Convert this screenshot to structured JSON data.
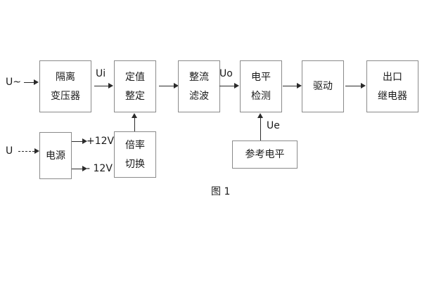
{
  "figure": {
    "caption": "图 1",
    "colors": {
      "background": "#ffffff",
      "box_border": "#8a8a8a",
      "line": "#2b2b2b",
      "text": "#1a1a1a"
    }
  },
  "blocks": [
    {
      "id": "isolation-transformer",
      "line1": "隔离",
      "line2": "变压器"
    },
    {
      "id": "setting-value",
      "line1": "定值",
      "line2": "整定"
    },
    {
      "id": "rectifier-filter",
      "line1": "整流",
      "line2": "滤波"
    },
    {
      "id": "level-detection",
      "line1": "电平",
      "line2": "检测"
    },
    {
      "id": "drive",
      "line1": "驱动",
      "line2": ""
    },
    {
      "id": "output-relay",
      "line1": "出口",
      "line2": "继电器"
    },
    {
      "id": "power-supply",
      "line1": "电源",
      "line2": ""
    },
    {
      "id": "multiplier-switch",
      "line1": "倍率",
      "line2": "切换"
    },
    {
      "id": "reference-level",
      "line1": "参考电平",
      "line2": ""
    }
  ],
  "signals": {
    "input_ac": "U~",
    "input_dc": "U",
    "ui": "Ui",
    "uo": "Uo",
    "ue": "Ue",
    "rail_positive": "+12V",
    "rail_negative": "- 12V"
  }
}
